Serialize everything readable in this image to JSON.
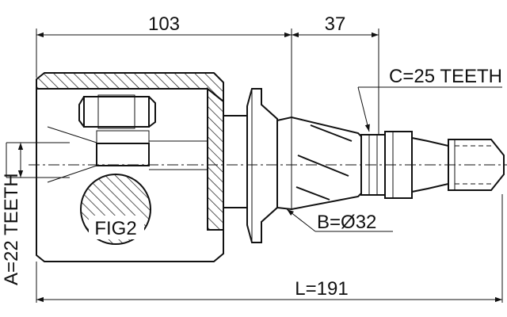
{
  "dimensions": {
    "top_left": "103",
    "top_right": "37",
    "overall": "L=191"
  },
  "callouts": {
    "spline_c": "C=25 TEETH",
    "diameter_b": "B=Ø32",
    "spline_a": "A=22 TEETH",
    "figure_label": "FIG2"
  }
}
